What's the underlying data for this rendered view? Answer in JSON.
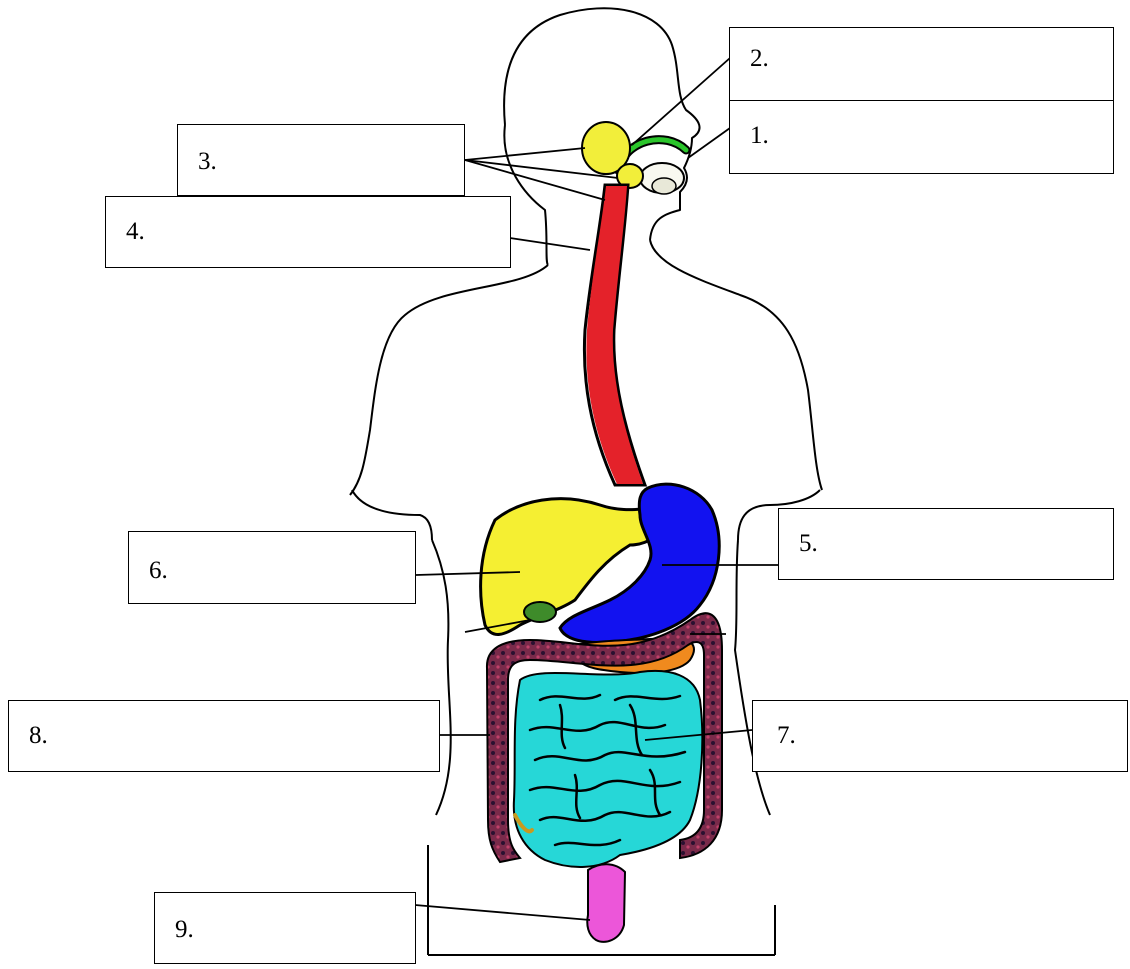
{
  "colors": {
    "outline": "#000000",
    "salivary_glands": "#f2ee3a",
    "tongue_palate": "#2bc52b",
    "esophagus": "#e4222a",
    "liver": "#f5ef32",
    "stomach": "#1212f0",
    "pancreas": "#f08a1e",
    "large_intestine": "#7a2a4a",
    "small_intestine": "#26d7d7",
    "rectum": "#ec56d9",
    "gallbladder": "#3e8b2a"
  },
  "labels": [
    {
      "id": "1",
      "text": "1."
    },
    {
      "id": "2",
      "text": "2."
    },
    {
      "id": "3",
      "text": "3."
    },
    {
      "id": "4",
      "text": "4."
    },
    {
      "id": "5",
      "text": "5."
    },
    {
      "id": "6",
      "text": "6."
    },
    {
      "id": "7",
      "text": "7."
    },
    {
      "id": "8",
      "text": "8."
    },
    {
      "id": "9",
      "text": "9."
    }
  ]
}
